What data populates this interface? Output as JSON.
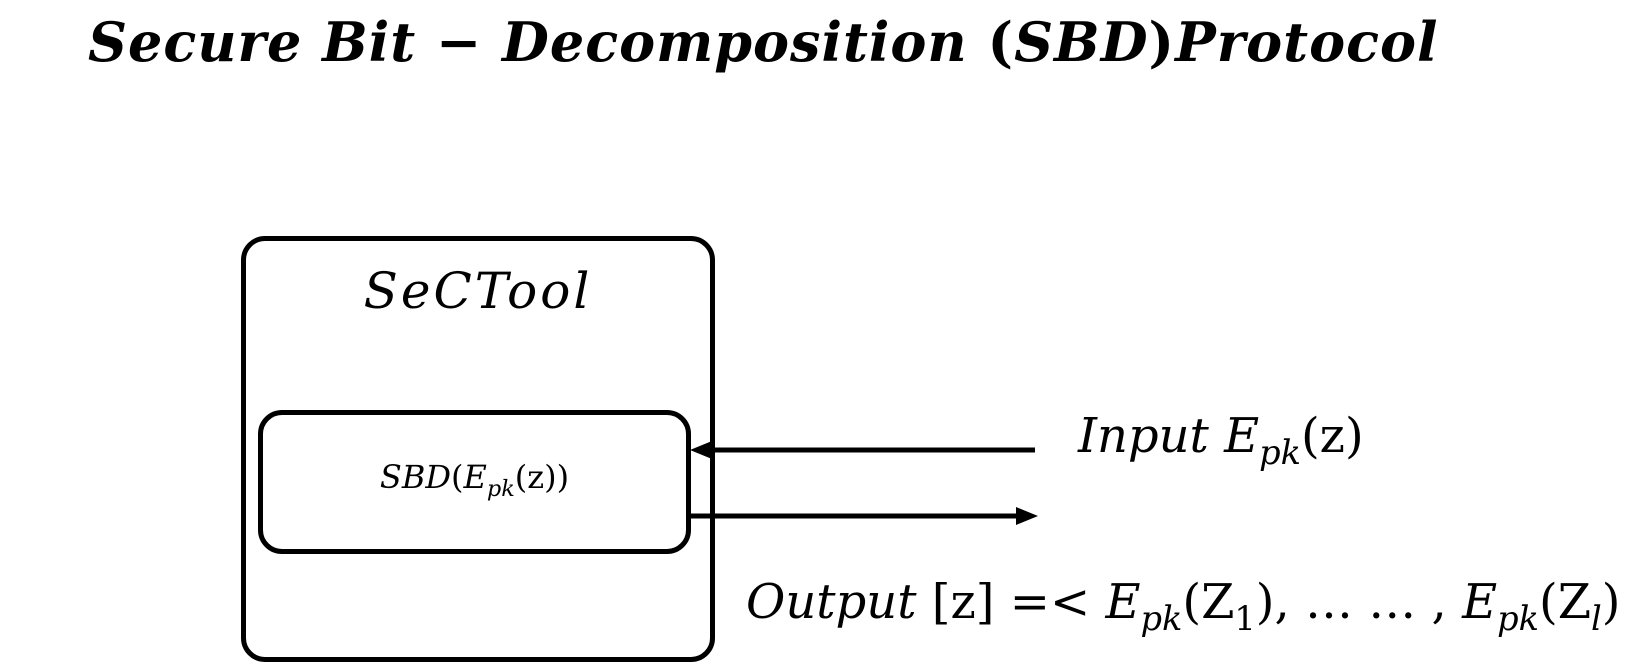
{
  "title": {
    "part1": "Secure Bit − Decomposition ",
    "paren_open": "(",
    "abbrev": "SBD",
    "paren_close": ")",
    "part2": "Protocol"
  },
  "outer_box": {
    "label": "SeCTool"
  },
  "inner_box": {
    "func": "SBD",
    "open": "(",
    "e": "E",
    "sub": "pk",
    "arg": "(z)",
    "close": ")"
  },
  "input": {
    "word": "Input ",
    "e": "E",
    "sub": "pk",
    "arg": "(z)"
  },
  "output": {
    "word": "Output ",
    "bracket": "[z] =< ",
    "e1": "E",
    "sub1": "pk",
    "arg1_open": "(Z",
    "arg1_index": "1",
    "arg1_close": "), … … , ",
    "e2": "E",
    "sub2": "pk",
    "arg2_open": "(Z",
    "arg2_index": "l",
    "arg2_close": ") >"
  }
}
